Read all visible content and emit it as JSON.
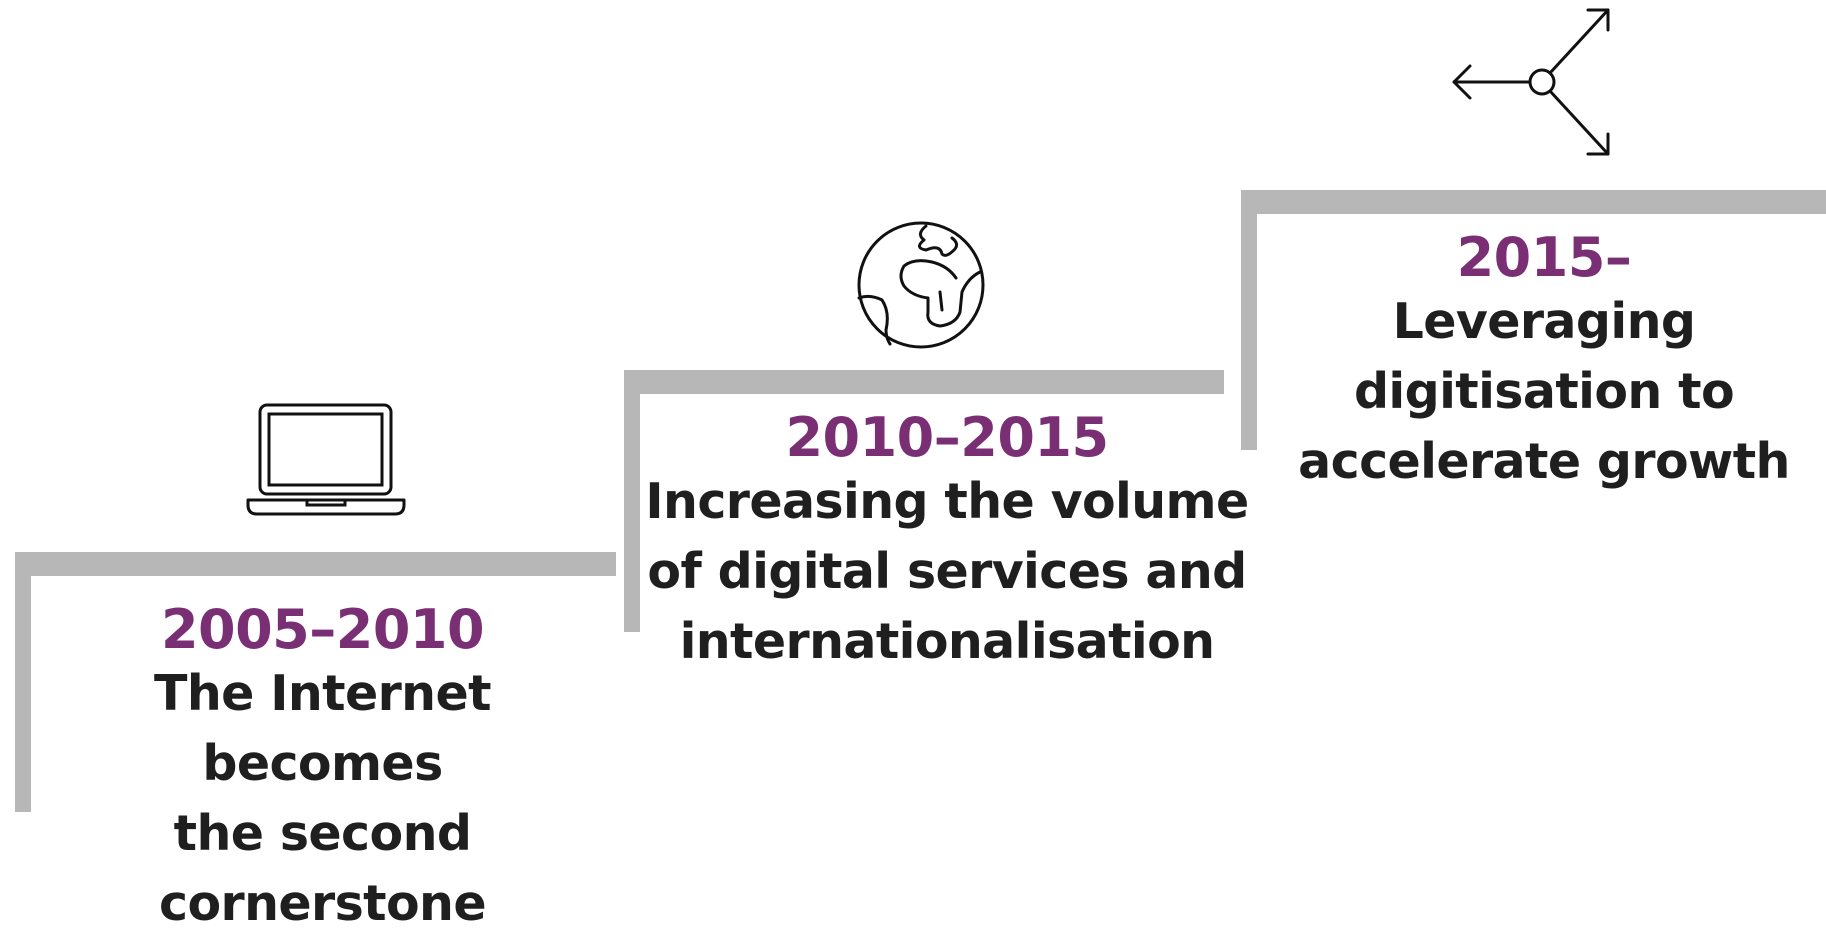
{
  "steps": [
    {
      "icon": "laptop-icon",
      "year": "2005–2010",
      "lines": [
        "The Internet",
        "becomes",
        "the second",
        "cornerstone"
      ]
    },
    {
      "icon": "globe-icon",
      "year": "2010–2015",
      "lines": [
        "Increasing the volume",
        "of digital services and",
        "internationalisation"
      ]
    },
    {
      "icon": "branching-arrows-icon",
      "year": "2015–",
      "lines": [
        "Leveraging",
        "digitisation to",
        "accelerate growth"
      ]
    }
  ],
  "colors": {
    "year": "#7a2f74",
    "text": "#1f1f1f",
    "stair": "#b7b7b7"
  }
}
